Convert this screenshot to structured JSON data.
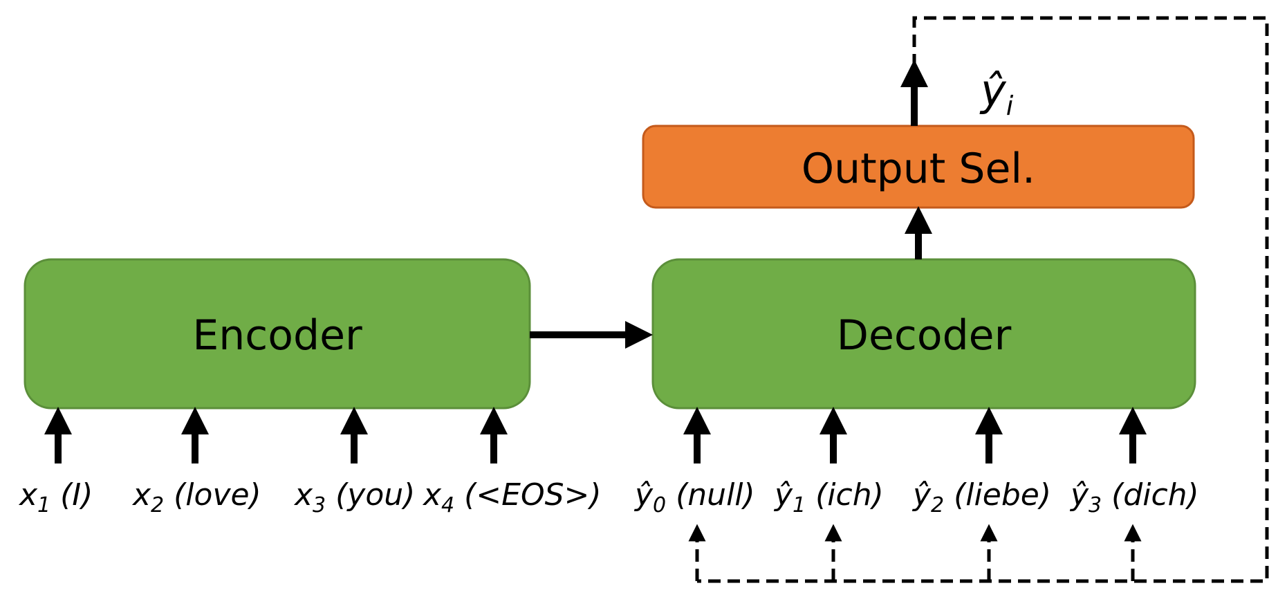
{
  "blocks": {
    "encoder": "Encoder",
    "decoder": "Decoder",
    "output_selector": "Output Sel."
  },
  "output": {
    "symbol": "ŷ",
    "subscript": "i"
  },
  "encoder_inputs": [
    {
      "symbol": "x",
      "subscript": "1",
      "word": " (I)"
    },
    {
      "symbol": "x",
      "subscript": "2",
      "word": " (love)"
    },
    {
      "symbol": "x",
      "subscript": "3",
      "word": " (you)"
    },
    {
      "symbol": "x",
      "subscript": "4",
      "word": " (<EOS>)"
    }
  ],
  "decoder_inputs": [
    {
      "symbol": "ŷ",
      "subscript": "0",
      "word": " (null)"
    },
    {
      "symbol": "ŷ",
      "subscript": "1",
      "word": " (ich)"
    },
    {
      "symbol": "ŷ",
      "subscript": "2",
      "word": " (liebe)"
    },
    {
      "symbol": "ŷ",
      "subscript": "3",
      "word": " (dich)"
    }
  ],
  "colors": {
    "encoder_fill": "#70ad47",
    "encoder_stroke": "#5b8f3a",
    "output_fill": "#ed7d31",
    "output_stroke": "#c45a1b",
    "arrow": "#000000"
  }
}
